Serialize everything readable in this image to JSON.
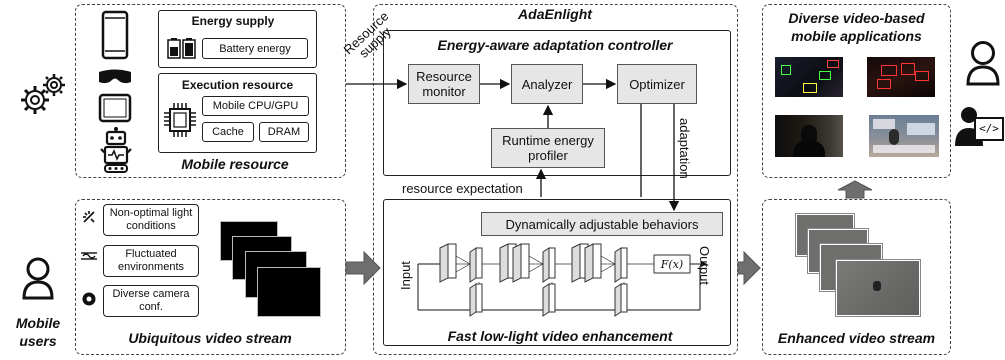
{
  "mobile_resource": {
    "title": "Mobile resource",
    "energy_supply_title": "Energy supply",
    "battery_label": "Battery energy",
    "execution_title": "Execution resource",
    "cpu_gpu_label": "Mobile CPU/GPU",
    "cache_label": "Cache",
    "dram_label": "DRAM"
  },
  "video_stream": {
    "title": "Ubiquitous video stream",
    "conditions": [
      "Non-optimal light conditions",
      "Fluctuated environments",
      "Diverse camera conf."
    ]
  },
  "users_label": "Mobile users",
  "adaenlight": {
    "title": "AdaEnlight",
    "controller_title": "Energy-aware adaptation controller",
    "resource_monitor": "Resource monitor",
    "analyzer": "Analyzer",
    "optimizer": "Optimizer",
    "profiler": "Runtime energy profiler",
    "resource_supply": "Resource supply",
    "resource_expectation": "resource expectation",
    "adaptation": "adaptation",
    "behaviors": "Dynamically adjustable behaviors",
    "input_label": "Input",
    "output_label": "Output",
    "fx_label": "F(x)",
    "enhancement_title": "Fast low-light video enhancement"
  },
  "apps": {
    "title": "Diverse video-based mobile applications"
  },
  "enhanced": {
    "title": "Enhanced video stream"
  },
  "code_icon_text": "</>",
  "colors": {
    "arrow_gray": "#6e6e6e",
    "box_gray": "#e6e6e6"
  }
}
